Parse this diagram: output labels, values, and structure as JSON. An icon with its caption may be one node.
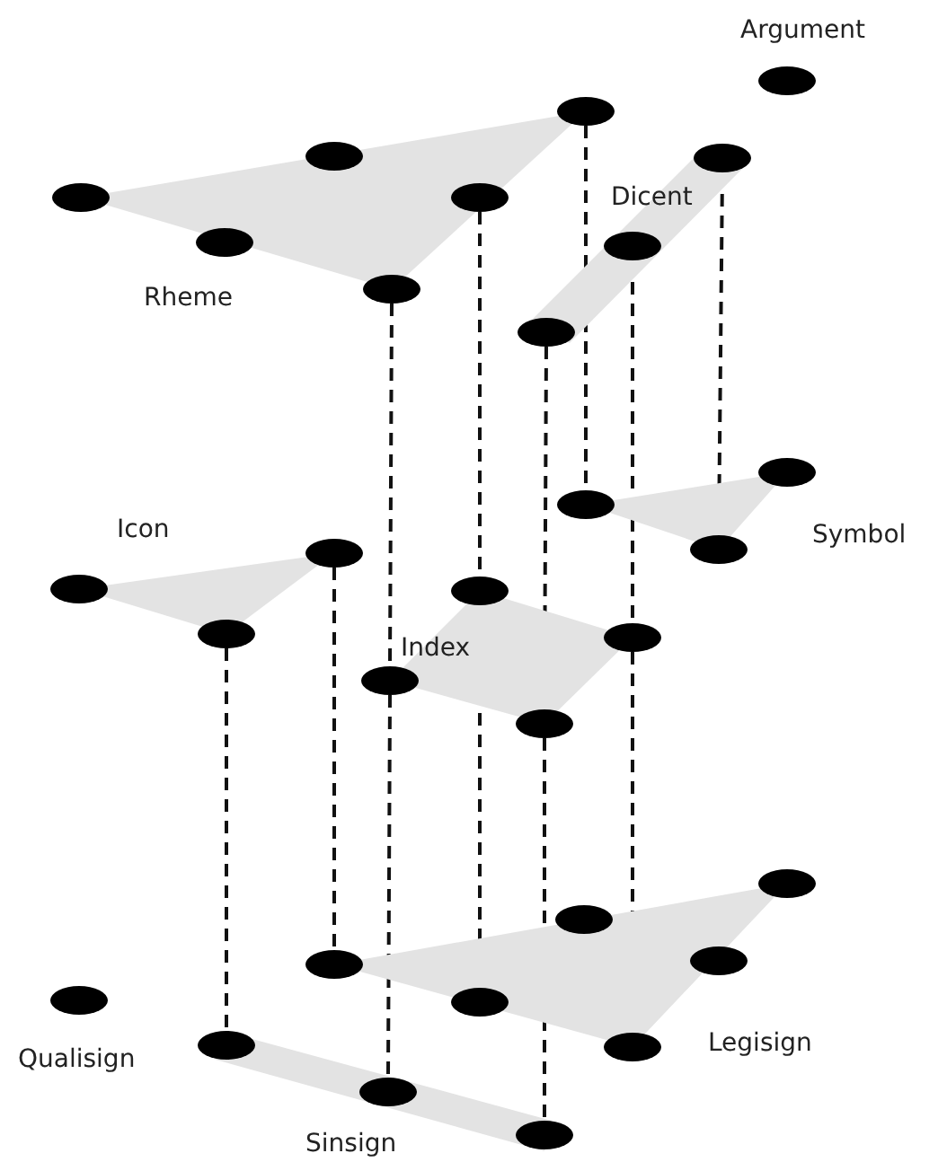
{
  "diagram": {
    "nodes": [
      {
        "text": [
          "Argument"
        ]
      },
      {
        "text": [],
        "shape": "ellipse"
      },
      {
        "text": [
          "Rheme"
        ]
      },
      {
        "text": [],
        "shape": "ellipse"
      },
      {
        "text": [],
        "shape": "ellipse"
      },
      {
        "text": [],
        "shape": "ellipse"
      },
      {
        "text": [],
        "shape": "ellipse"
      },
      {
        "text": [],
        "shape": "ellipse"
      },
      {
        "text": [],
        "shape": "ellipse"
      },
      {
        "text": [
          "Dicent"
        ]
      },
      {
        "text": [],
        "shape": "ellipse"
      },
      {
        "text": [],
        "shape": "ellipse"
      },
      {
        "text": [],
        "shape": "ellipse"
      },
      {
        "text": [
          "Icon"
        ]
      },
      {
        "text": [],
        "shape": "ellipse"
      },
      {
        "text": [],
        "shape": "ellipse"
      },
      {
        "text": [],
        "shape": "ellipse"
      },
      {
        "text": [
          "Symbol"
        ]
      },
      {
        "text": [],
        "shape": "ellipse"
      },
      {
        "text": [],
        "shape": "ellipse"
      },
      {
        "text": [],
        "shape": "ellipse"
      },
      {
        "text": [
          "Index"
        ]
      },
      {
        "text": [],
        "shape": "ellipse"
      },
      {
        "text": [],
        "shape": "ellipse"
      },
      {
        "text": [],
        "shape": "ellipse"
      },
      {
        "text": [],
        "shape": "ellipse"
      },
      {
        "text": [
          "Legisign"
        ]
      },
      {
        "text": [],
        "shape": "ellipse"
      },
      {
        "text": [],
        "shape": "ellipse"
      },
      {
        "text": [],
        "shape": "ellipse"
      },
      {
        "text": [],
        "shape": "ellipse"
      },
      {
        "text": [],
        "shape": "ellipse"
      },
      {
        "text": [],
        "shape": "ellipse"
      },
      {
        "text": [
          "Qualisign"
        ]
      },
      {
        "text": [],
        "shape": "ellipse"
      },
      {
        "text": [
          "Sinsign"
        ]
      },
      {
        "text": [],
        "shape": "ellipse"
      },
      {
        "text": [],
        "shape": "ellipse"
      },
      {
        "text": [],
        "shape": "ellipse"
      }
    ],
    "edges": [
      {
        "from": 7,
        "to": 18,
        "arrow": "none",
        "style": "dashed"
      },
      {
        "from": 6,
        "to": 22,
        "arrow": "none",
        "style": "dashed"
      },
      {
        "from": 8,
        "to": 25,
        "arrow": "none",
        "style": "dashed"
      },
      {
        "from": 25,
        "to": 37,
        "arrow": "none",
        "style": "dashed"
      },
      {
        "from": 12,
        "to": 24,
        "arrow": "none",
        "style": "dashed"
      },
      {
        "from": 24,
        "to": 38,
        "arrow": "none",
        "style": "dashed"
      },
      {
        "from": 11,
        "to": 23,
        "arrow": "none",
        "style": "dashed"
      },
      {
        "from": 23,
        "to": 32,
        "arrow": "none",
        "style": "dashed"
      },
      {
        "from": 10,
        "to": 20,
        "arrow": "none",
        "style": "dashed"
      },
      {
        "from": 15,
        "to": 27,
        "arrow": "none",
        "style": "dashed"
      },
      {
        "from": 16,
        "to": 36,
        "arrow": "none",
        "style": "dashed"
      },
      {
        "from": 22,
        "to": 31,
        "arrow": "none",
        "style": "dashed"
      }
    ]
  }
}
